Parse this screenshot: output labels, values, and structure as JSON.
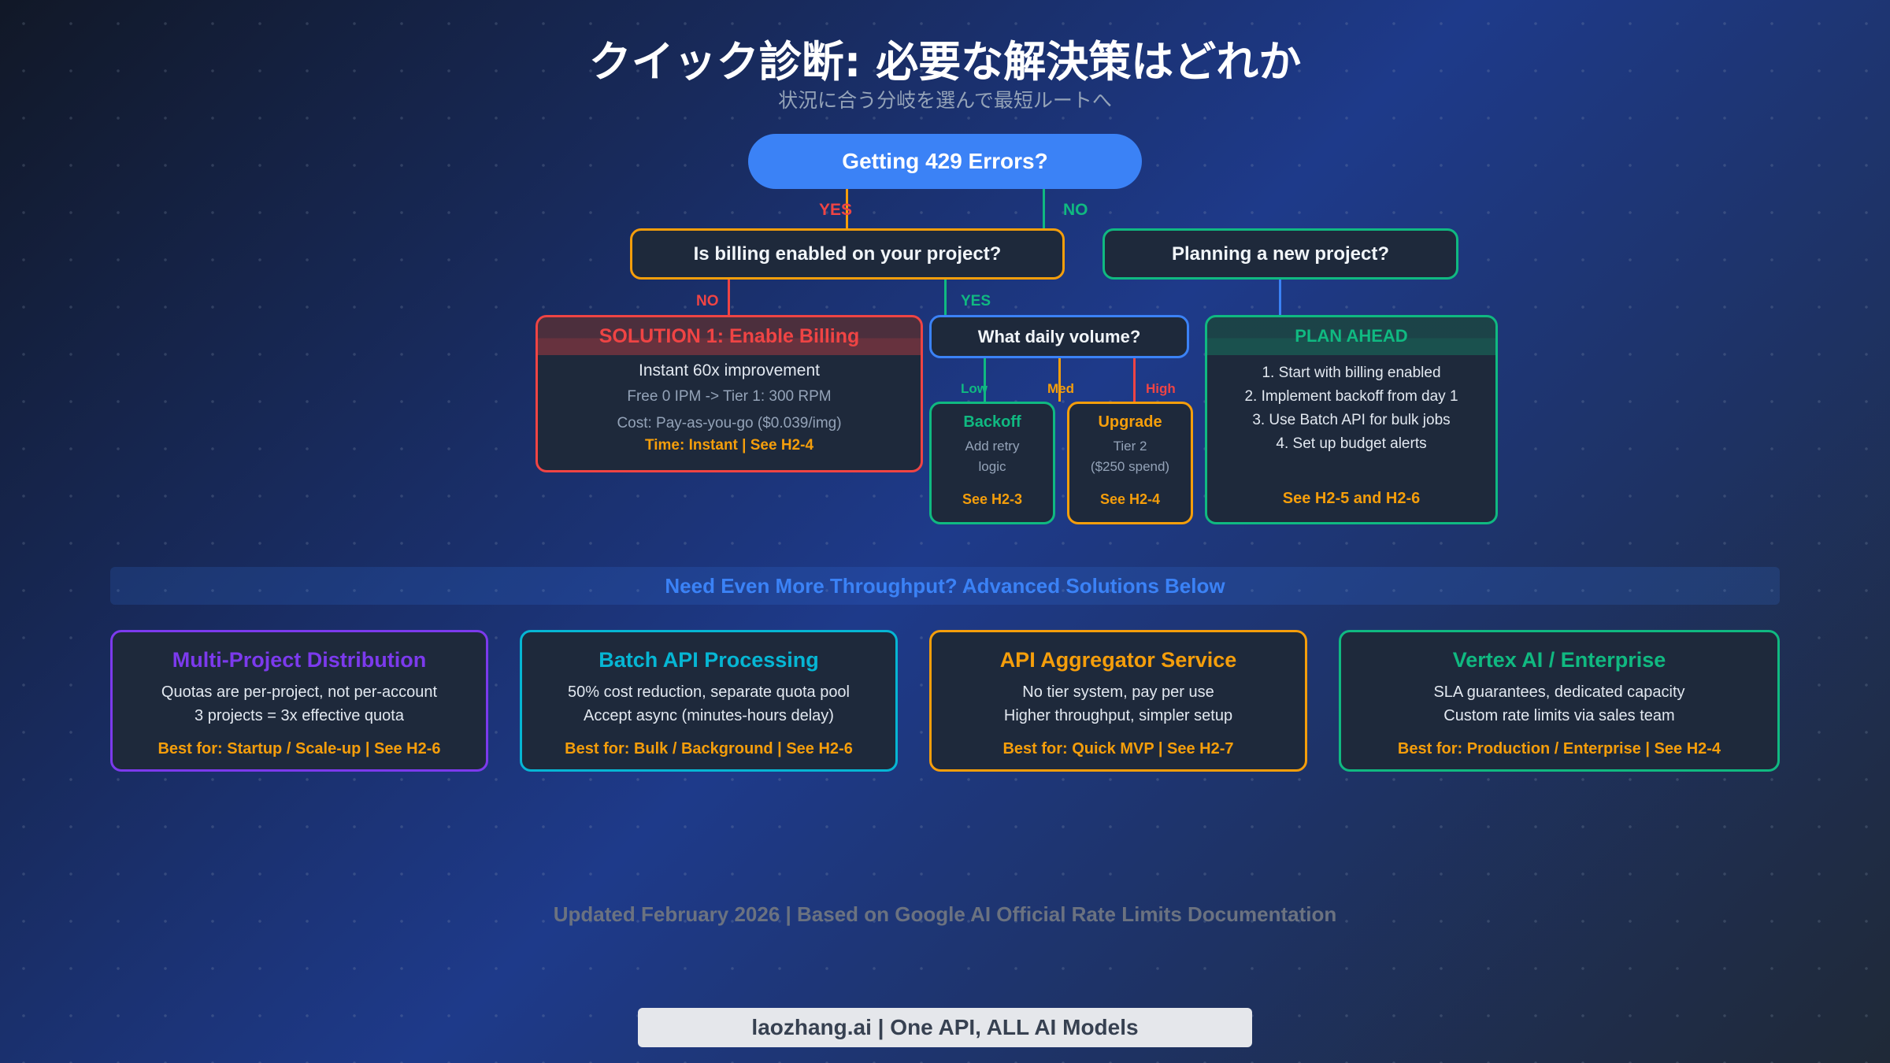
{
  "header": {
    "title": "クイック診断: 必要な解決策はどれか",
    "subtitle": "状況に合う分岐を選んで最短ルートへ"
  },
  "colors": {
    "root": "#3b82f6",
    "red": "#ef4444",
    "green": "#10b981",
    "amber": "#f59e0b",
    "blue": "#3b82f6",
    "purple": "#7c3aed",
    "cyan": "#06b6d4",
    "node_bg": "#1e293b"
  },
  "flow": {
    "root": {
      "label": "Getting 429 Errors?"
    },
    "root_yes_label": "YES",
    "root_no_label": "NO",
    "billing_question": {
      "label": "Is billing enabled on your project?"
    },
    "new_project_question": {
      "label": "Planning a new project?"
    },
    "billing_no_label": "NO",
    "billing_yes_label": "YES",
    "solution1": {
      "title": "SOLUTION 1: Enable Billing",
      "line1": "Instant 60x improvement",
      "line2": "Free 0 IPM -> Tier 1: 300 RPM",
      "line3": "Cost: Pay-as-you-go ($0.039/img)",
      "footer": "Time: Instant | See H2-4"
    },
    "volume_question": {
      "label": "What daily volume?"
    },
    "volume_labels": {
      "low": "Low",
      "med": "Med",
      "high": "High"
    },
    "backoff": {
      "title": "Backoff",
      "line1": "Add retry",
      "line2": "logic",
      "ref": "See H2-3"
    },
    "upgrade": {
      "title": "Upgrade",
      "line1": "Tier 2",
      "line2": "($250 spend)",
      "ref": "See H2-4"
    },
    "plan_ahead": {
      "title": "PLAN AHEAD",
      "items": [
        "1. Start with billing enabled",
        "2. Implement backoff from day 1",
        "3. Use Batch API for bulk jobs",
        "4. Set up budget alerts"
      ],
      "ref": "See H2-5 and H2-6"
    }
  },
  "advanced": {
    "banner": "Need Even More Throughput? Advanced Solutions Below",
    "cards": [
      {
        "title": "Multi-Project Distribution",
        "line1": "Quotas are per-project, not per-account",
        "line2": "3 projects = 3x effective quota",
        "best_for": "Best for: Startup / Scale-up | See H2-6",
        "color": "#7c3aed"
      },
      {
        "title": "Batch API Processing",
        "line1": "50% cost reduction, separate quota pool",
        "line2": "Accept async (minutes-hours delay)",
        "best_for": "Best for: Bulk / Background | See H2-6",
        "color": "#06b6d4"
      },
      {
        "title": "API Aggregator Service",
        "line1": "No tier system, pay per use",
        "line2": "Higher throughput, simpler setup",
        "best_for": "Best for: Quick MVP | See H2-7",
        "color": "#f59e0b"
      },
      {
        "title": "Vertex AI / Enterprise",
        "line1": "SLA guarantees, dedicated capacity",
        "line2": "Custom rate limits via sales team",
        "best_for": "Best for: Production / Enterprise | See H2-4",
        "color": "#10b981"
      }
    ]
  },
  "footer": {
    "note": "Updated February 2026 | Based on Google AI Official Rate Limits Documentation",
    "brand": "laozhang.ai | One API, ALL AI Models"
  }
}
